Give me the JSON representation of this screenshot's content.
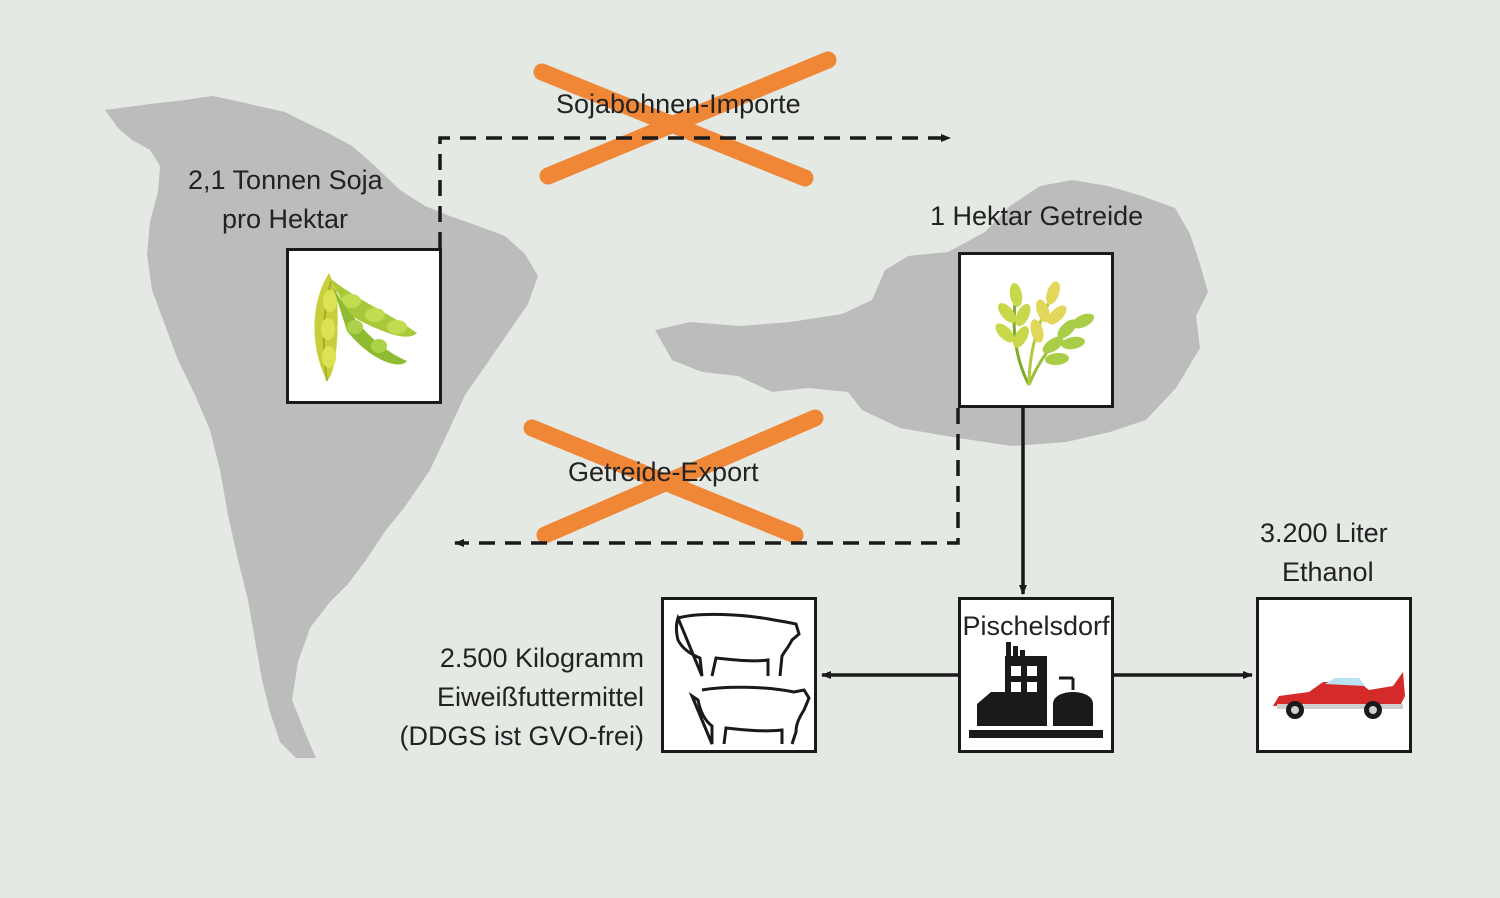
{
  "soy": {
    "line1": "2,1 Tonnen Soja",
    "line2": "pro Hektar",
    "icon": "soybean-pods-icon"
  },
  "grain": {
    "label": "1 Hektar Getreide",
    "icon": "wheat-ears-icon"
  },
  "imports": {
    "label": "Sojabohnen-Importe",
    "status": "crossed-out"
  },
  "exports": {
    "label": "Getreide-Export",
    "status": "crossed-out"
  },
  "plant": {
    "label": "Pischelsdorf",
    "icon": "factory-icon"
  },
  "feed": {
    "line1": "2.500 Kilogramm",
    "line2": "Eiweißfuttermittel",
    "line3": "(DDGS ist GVO-frei)",
    "icon": "cow-and-pig-icon"
  },
  "ethanol": {
    "line1": "3.200 Liter",
    "line2": "Ethanol",
    "icon": "red-car-icon"
  },
  "colors": {
    "background": "#e5e9e4",
    "map": "#bcbcbc",
    "cross": "#f07f28",
    "line": "#1a1a1a"
  }
}
